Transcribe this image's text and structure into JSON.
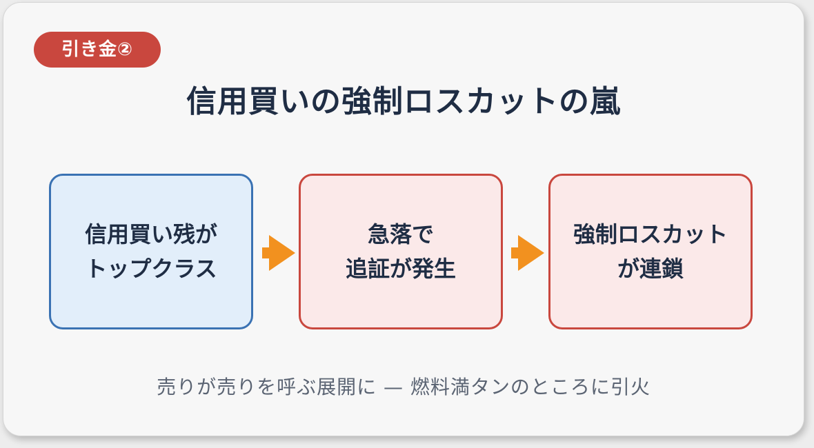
{
  "tag": {
    "label": "引き金②"
  },
  "title": "信用買いの強制ロスカットの嵐",
  "steps": [
    {
      "line1": "信用買い残が",
      "line2": "トップクラス"
    },
    {
      "line1": "急落で",
      "line2": "追証が発生"
    },
    {
      "line1": "強制ロスカット",
      "line2": "が連鎖"
    }
  ],
  "caption": "売りが売りを呼ぶ展開に — 燃料満タンのところに引火",
  "colors": {
    "tag_bg": "#c9473e",
    "title_text": "#1f2d44",
    "step1_bg": "#e2eefa",
    "step1_border": "#3a72b3",
    "step_red_bg": "#fbe9e9",
    "step_red_border": "#c9473e",
    "arrow": "#f2911f",
    "caption_text": "#5b6473"
  }
}
